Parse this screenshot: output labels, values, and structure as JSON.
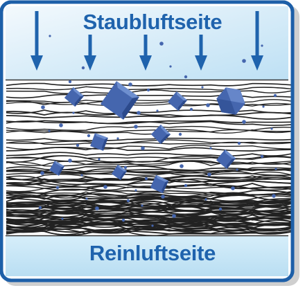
{
  "labels": {
    "top": "Staubluftseite",
    "bottom": "Reinluftseite"
  },
  "colors": {
    "frame": "#1d5fa8",
    "text": "#1f63ad",
    "arrow": "#1f63ad",
    "top_gradient_light": "#f3f9fd",
    "top_gradient_dark": "#bde0f4",
    "bottom_band": "#c9e7f6",
    "fibers": "#222222",
    "particles": "#4566ae",
    "particle_light": "#6e8fcf",
    "particle_dark": "#2c4a8c"
  },
  "flow_arrows": {
    "count": 5,
    "direction": "down",
    "icon": "arrow-down-icon"
  }
}
